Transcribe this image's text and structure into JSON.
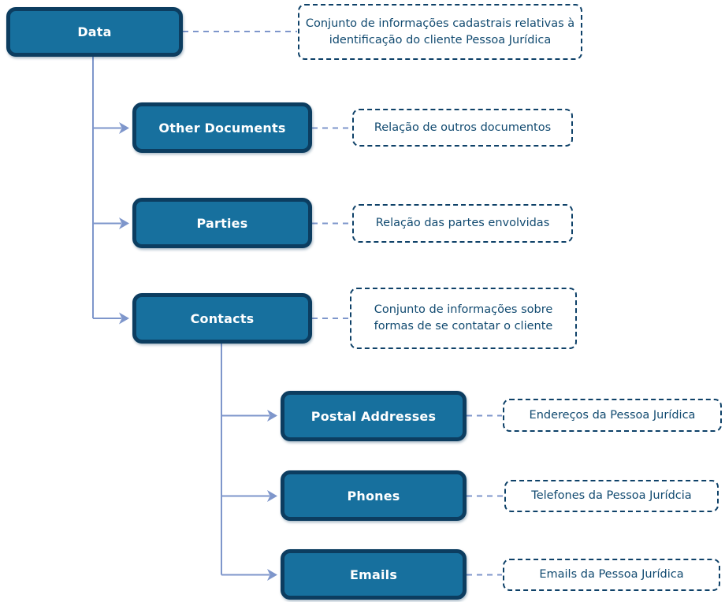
{
  "diagram": {
    "type": "hierarchy-tree",
    "colors": {
      "node_fill": "#17709E",
      "node_border": "#0C3D60",
      "node_text": "#FFFFFF",
      "annotation_border": "#0E4168",
      "annotation_text": "#114A70",
      "connector": "#7E96CB"
    },
    "nodes": [
      {
        "id": "data",
        "label": "Data",
        "annotation": "Conjunto de informações cadastrais relativas à identificação do cliente Pessoa Jurídica"
      },
      {
        "id": "other-documents",
        "label": "Other Documents",
        "annotation": "Relação de outros documentos"
      },
      {
        "id": "parties",
        "label": "Parties",
        "annotation": "Relação das partes envolvidas"
      },
      {
        "id": "contacts",
        "label": "Contacts",
        "annotation": "Conjunto de informações sobre formas de se contatar o cliente"
      },
      {
        "id": "postal-addresses",
        "label": "Postal Addresses",
        "annotation": "Endereços da Pessoa Jurídica"
      },
      {
        "id": "phones",
        "label": "Phones",
        "annotation": "Telefones da Pessoa Jurídcia"
      },
      {
        "id": "emails",
        "label": "Emails",
        "annotation": "Emails da Pessoa Jurídica"
      }
    ],
    "hierarchy": {
      "data": [
        "other-documents",
        "parties",
        "contacts"
      ],
      "contacts": [
        "postal-addresses",
        "phones",
        "emails"
      ]
    }
  }
}
